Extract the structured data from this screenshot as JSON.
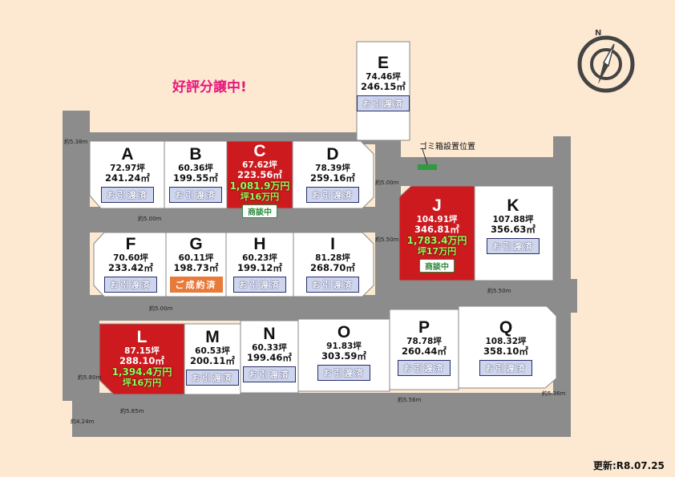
{
  "title": "好評分譲中!",
  "updated": "更新:R8.07.25",
  "garbage_label": "ゴミ箱設置位置",
  "compass_label": "N",
  "status_labels": {
    "sold": "お引渡済",
    "contracted": "ご成約済",
    "negotiating": "商談中"
  },
  "colors": {
    "road": "#8c8c8c",
    "lot": "#ffffff",
    "available": "#cc1a1f",
    "title": "#e6177a",
    "price": "#8cff5a",
    "garbage": "#2f9a3f"
  },
  "lots": [
    {
      "id": "A",
      "tsubo": "72.97坪",
      "sqm": "241.24㎡",
      "status": "sold"
    },
    {
      "id": "B",
      "tsubo": "60.36坪",
      "sqm": "199.55㎡",
      "status": "sold"
    },
    {
      "id": "C",
      "tsubo": "67.62坪",
      "sqm": "223.56㎡",
      "status": "negotiating",
      "price": "1,081.9万円",
      "unit_price": "坪16万円"
    },
    {
      "id": "D",
      "tsubo": "78.39坪",
      "sqm": "259.16㎡",
      "status": "sold"
    },
    {
      "id": "E",
      "tsubo": "74.46坪",
      "sqm": "246.15㎡",
      "status": "sold"
    },
    {
      "id": "F",
      "tsubo": "70.60坪",
      "sqm": "233.42㎡",
      "status": "sold"
    },
    {
      "id": "G",
      "tsubo": "60.11坪",
      "sqm": "198.73㎡",
      "status": "contracted"
    },
    {
      "id": "H",
      "tsubo": "60.23坪",
      "sqm": "199.12㎡",
      "status": "sold"
    },
    {
      "id": "I",
      "tsubo": "81.28坪",
      "sqm": "268.70㎡",
      "status": "sold"
    },
    {
      "id": "J",
      "tsubo": "104.91坪",
      "sqm": "346.81㎡",
      "status": "negotiating",
      "price": "1,783.4万円",
      "unit_price": "坪17万円"
    },
    {
      "id": "K",
      "tsubo": "107.88坪",
      "sqm": "356.63㎡",
      "status": "sold"
    },
    {
      "id": "L",
      "tsubo": "87.15坪",
      "sqm": "288.10㎡",
      "status": "available",
      "price": "1,394.4万円",
      "unit_price": "坪16万円"
    },
    {
      "id": "M",
      "tsubo": "60.53坪",
      "sqm": "200.11㎡",
      "status": "sold"
    },
    {
      "id": "N",
      "tsubo": "60.33坪",
      "sqm": "199.46㎡",
      "status": "sold"
    },
    {
      "id": "O",
      "tsubo": "91.83坪",
      "sqm": "303.59㎡",
      "status": "sold"
    },
    {
      "id": "P",
      "tsubo": "78.78坪",
      "sqm": "260.44㎡",
      "status": "sold"
    },
    {
      "id": "Q",
      "tsubo": "108.32坪",
      "sqm": "358.10㎡",
      "status": "sold"
    }
  ],
  "road_widths": [
    "約5.38m",
    "約5.00m",
    "約5.00m",
    "約5.50m",
    "約5.00m",
    "約5.50m",
    "約5.80m",
    "約5.85m",
    "約5.56m",
    "約5.36m",
    "約4.24m"
  ]
}
